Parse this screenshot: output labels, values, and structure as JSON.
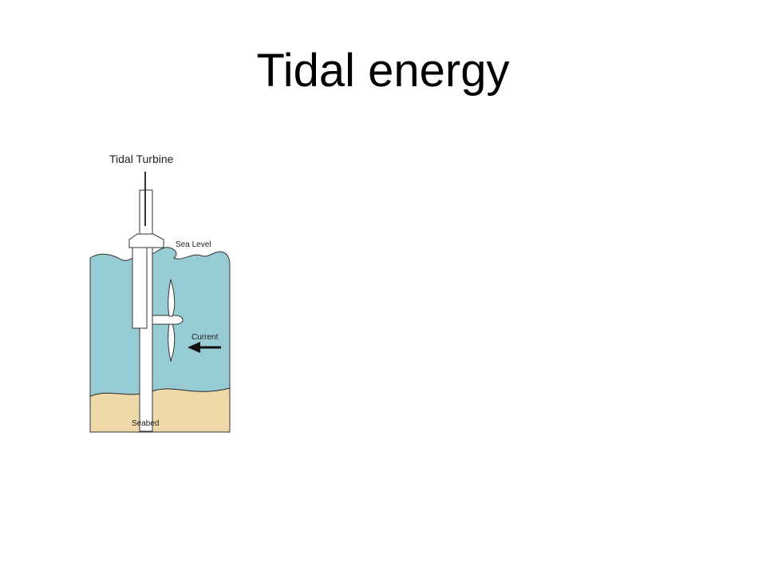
{
  "slide": {
    "title": "Tidal energy"
  },
  "diagram": {
    "title": "Tidal Turbine",
    "labels": {
      "sea_level": "Sea Level",
      "current": "Current",
      "seabed": "Seabed"
    },
    "colors": {
      "water": "#97ccd4",
      "seabed": "#f0d9a8",
      "outline": "#333333",
      "turbine": "#ffffff"
    }
  }
}
